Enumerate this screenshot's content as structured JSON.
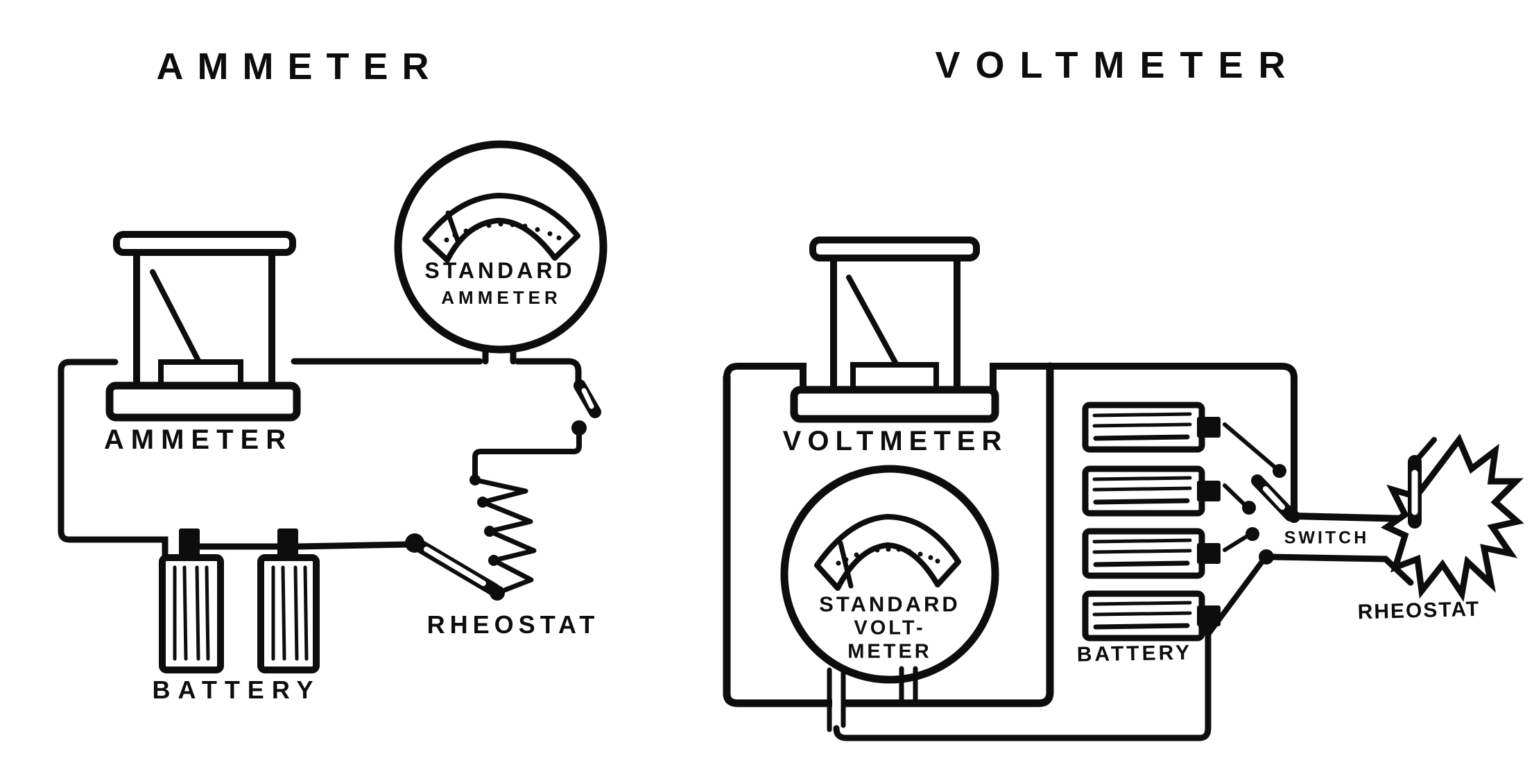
{
  "figure": {
    "background": "#ffffff",
    "ink": "#0d0d0d",
    "left_panel": {
      "title": "AMMETER",
      "meter_label": "AMMETER",
      "standard_meter": {
        "line1": "STANDARD",
        "line2": "AMMETER"
      },
      "rheostat_label": "RHEOSTAT",
      "battery_label": "BATTERY"
    },
    "right_panel": {
      "title": "VOLTMETER",
      "meter_label": "VOLTMETER",
      "standard_meter": {
        "line1": "STANDARD",
        "line2": "VOLT-",
        "line3": "METER"
      },
      "switch_label": "SWITCH",
      "battery_label": "BATTERY",
      "rheostat_label": "RHEOSTAT"
    }
  }
}
